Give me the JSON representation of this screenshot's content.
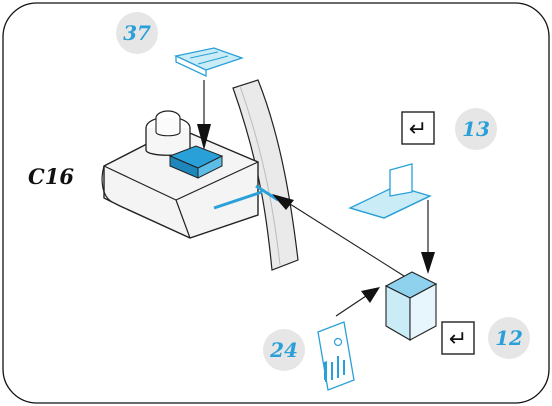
{
  "figure": {
    "main_label": "C16",
    "step_labels": {
      "top": "37",
      "right_top": "13",
      "right_bottom": "12",
      "bottom_left": "24"
    }
  },
  "colors": {
    "accent": "#2aa0d8",
    "accent_light": "#c9ecf7",
    "badge_bg": "#e6e6e6",
    "line": "#222222"
  },
  "icons": {
    "return_key_glyph": "↵"
  }
}
